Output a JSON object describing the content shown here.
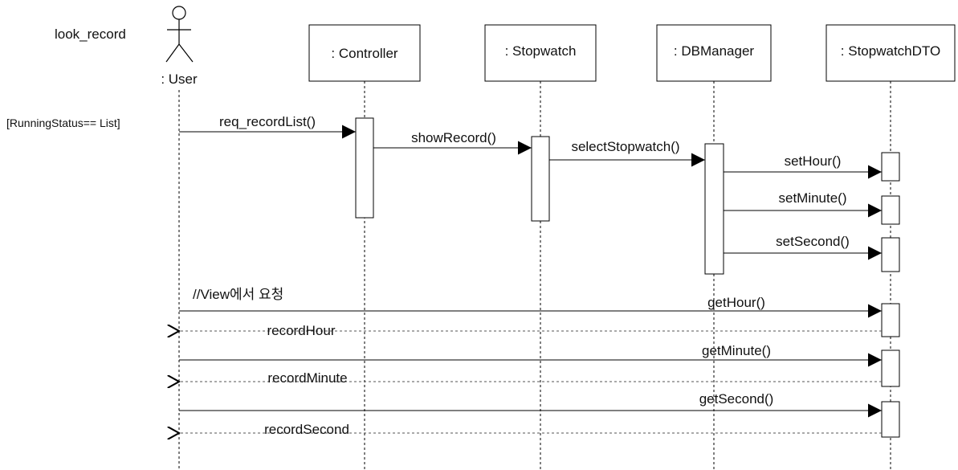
{
  "diagram": {
    "title": "look_record",
    "guard": "[RunningStatus== List]",
    "actor": {
      "label": ": User"
    },
    "objects": [
      {
        "id": "controller",
        "label": ": Controller"
      },
      {
        "id": "stopwatch",
        "label": ": Stopwatch"
      },
      {
        "id": "dbmanager",
        "label": ": DBManager"
      },
      {
        "id": "dto",
        "label": ": StopwatchDTO"
      }
    ],
    "note": "//View에서 요청",
    "messages": [
      {
        "id": "req",
        "label": "req_recordList()",
        "from": "user",
        "to": "controller",
        "kind": "call"
      },
      {
        "id": "show",
        "label": "showRecord()",
        "from": "controller",
        "to": "stopwatch",
        "kind": "call"
      },
      {
        "id": "select",
        "label": "selectStopwatch()",
        "from": "stopwatch",
        "to": "dbmanager",
        "kind": "call"
      },
      {
        "id": "sethour",
        "label": "setHour()",
        "from": "dbmanager",
        "to": "dto",
        "kind": "call"
      },
      {
        "id": "setminute",
        "label": "setMinute()",
        "from": "dbmanager",
        "to": "dto",
        "kind": "call"
      },
      {
        "id": "setsecond",
        "label": "setSecond()",
        "from": "dbmanager",
        "to": "dto",
        "kind": "call"
      },
      {
        "id": "gethour",
        "label": "getHour()",
        "from": "user",
        "to": "dto",
        "kind": "call"
      },
      {
        "id": "rethour",
        "label": "recordHour",
        "from": "dto",
        "to": "user",
        "kind": "return"
      },
      {
        "id": "getminute",
        "label": "getMinute()",
        "from": "user",
        "to": "dto",
        "kind": "call"
      },
      {
        "id": "retminute",
        "label": "recordMinute",
        "from": "dto",
        "to": "user",
        "kind": "return"
      },
      {
        "id": "getsecond",
        "label": "getSecond()",
        "from": "user",
        "to": "dto",
        "kind": "call"
      },
      {
        "id": "retsecond",
        "label": "recordSecond",
        "from": "dto",
        "to": "user",
        "kind": "return"
      }
    ]
  }
}
